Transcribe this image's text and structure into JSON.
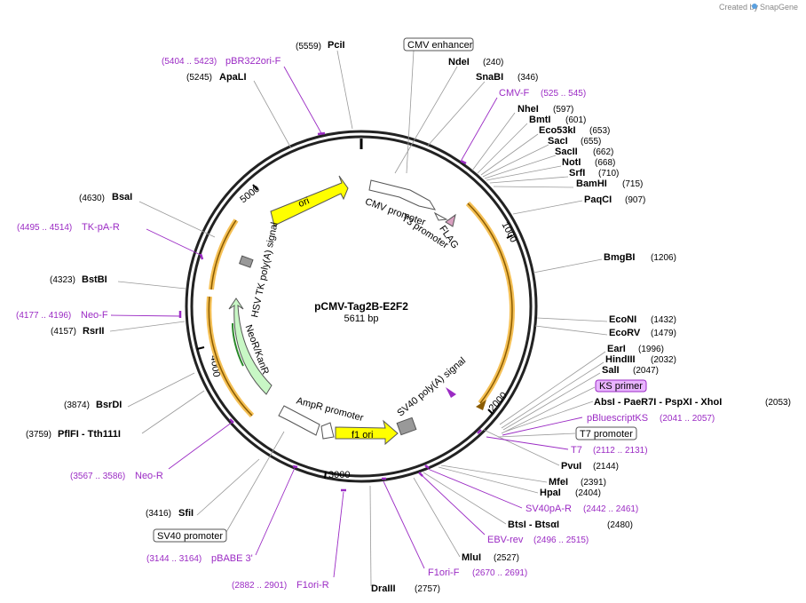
{
  "credit": {
    "text": "Created by",
    "brand": "SnapGene"
  },
  "plasmid": {
    "name": "pCMV-Tag2B-E2F2",
    "length": "5611 bp"
  },
  "ticks": [
    "1000",
    "2000",
    "3000",
    "4000",
    "5000"
  ],
  "enzymes": [
    {
      "name": "PciI",
      "pos": "(5559)"
    },
    {
      "name": "NdeI",
      "pos": "(240)"
    },
    {
      "name": "SnaBI",
      "pos": "(346)"
    },
    {
      "name": "ApaLI",
      "pos": "(5245)"
    },
    {
      "name": "NheI",
      "pos": "(597)"
    },
    {
      "name": "BmtI",
      "pos": "(601)"
    },
    {
      "name": "Eco53kI",
      "pos": "(653)"
    },
    {
      "name": "SacI",
      "pos": "(655)"
    },
    {
      "name": "SacII",
      "pos": "(662)"
    },
    {
      "name": "NotI",
      "pos": "(668)"
    },
    {
      "name": "SrfI",
      "pos": "(710)"
    },
    {
      "name": "BamHI",
      "pos": "(715)"
    },
    {
      "name": "PaqCI",
      "pos": "(907)"
    },
    {
      "name": "BsaI",
      "pos": "(4630)"
    },
    {
      "name": "BmgBI",
      "pos": "(1206)"
    },
    {
      "name": "BstBI",
      "pos": "(4323)"
    },
    {
      "name": "EcoNI",
      "pos": "(1432)"
    },
    {
      "name": "RsrII",
      "pos": "(4157)"
    },
    {
      "name": "EcoRV",
      "pos": "(1479)"
    },
    {
      "name": "EarI",
      "pos": "(1996)"
    },
    {
      "name": "HindIII",
      "pos": "(2032)"
    },
    {
      "name": "SalI",
      "pos": "(2047)"
    },
    {
      "name": "AbsI  - PaeR7I  - PspXI  - XhoI",
      "pos": "(2053)"
    },
    {
      "name": "BsrDI",
      "pos": "(3874)"
    },
    {
      "name": "PflFI  - Tth111I",
      "pos": "(3759)"
    },
    {
      "name": "PvuI",
      "pos": "(2144)"
    },
    {
      "name": "MfeI",
      "pos": "(2391)"
    },
    {
      "name": "HpaI",
      "pos": "(2404)"
    },
    {
      "name": "BtsI  - BtsαI",
      "pos": "(2480)"
    },
    {
      "name": "SfiI",
      "pos": "(3416)"
    },
    {
      "name": "MluI",
      "pos": "(2527)"
    },
    {
      "name": "DraIII",
      "pos": "(2757)"
    }
  ],
  "primers": [
    {
      "name": "pBR322ori-F",
      "pos": "(5404 .. 5423)"
    },
    {
      "name": "CMV-F",
      "pos": "(525 .. 545)"
    },
    {
      "name": "TK-pA-R",
      "pos": "(4495 .. 4514)"
    },
    {
      "name": "Neo-F",
      "pos": "(4177 .. 4196)"
    },
    {
      "name": "pBluescriptKS",
      "pos": "(2041 .. 2057)"
    },
    {
      "name": "T7",
      "pos": "(2112 .. 2131)"
    },
    {
      "name": "Neo-R",
      "pos": "(3567 .. 3586)"
    },
    {
      "name": "SV40pA-R",
      "pos": "(2442 .. 2461)"
    },
    {
      "name": "EBV-rev",
      "pos": "(2496 .. 2515)"
    },
    {
      "name": "pBABE 3'",
      "pos": "(3144 .. 3164)"
    },
    {
      "name": "F1ori-F",
      "pos": "(2670 .. 2691)"
    },
    {
      "name": "F1ori-R",
      "pos": "(2882 .. 2901)"
    }
  ],
  "boxed_labels": [
    "CMV enhancer",
    "KS primer",
    "T7 promoter",
    "SV40 promoter"
  ],
  "features": [
    "CMV promoter",
    "T3 promoter",
    "FLAG",
    "ori",
    "HSV TK poly(A) signal",
    "NeoR/KanR",
    "AmpR promoter",
    "f1 ori",
    "SV40 poly(A) signal"
  ],
  "colors": {
    "ori": "#ffff00",
    "neo": "#c8f7c5",
    "primer": "#9b2bc4",
    "orf": "#f4b942",
    "ks_box": "#e9b4ff"
  }
}
